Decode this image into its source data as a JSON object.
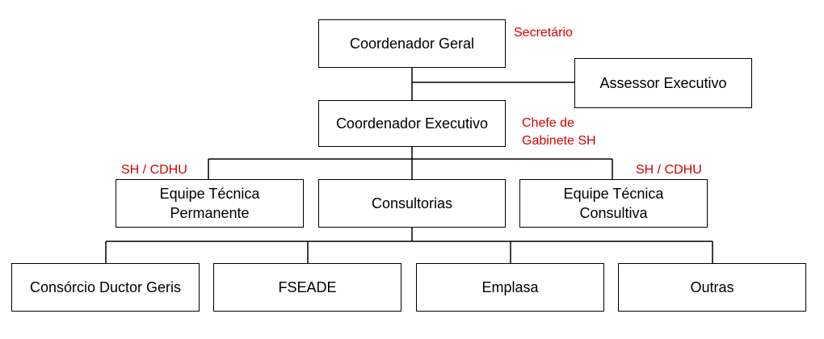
{
  "colors": {
    "line": "#000000",
    "note_text": "#d40000",
    "box_border": "#000000"
  },
  "nodes": {
    "coordenador_geral": "Coordenador Geral",
    "assessor_executivo": "Assessor Executivo",
    "coordenador_executivo": "Coordenador Executivo",
    "equipe_tecnica_permanente": {
      "line1": "Equipe Técnica",
      "line2": "Permanente"
    },
    "consultorias": "Consultorias",
    "equipe_tecnica_consultiva": {
      "line1": "Equipe Técnica",
      "line2": "Consultiva"
    },
    "consorcio": "Consórcio Ductor Geris",
    "fseade": "FSEADE",
    "emplasa": "Emplasa",
    "outras": "Outras"
  },
  "notes": {
    "secretario": "Secretário",
    "chefe_gabinete": {
      "line1": "Chefe de",
      "line2": "Gabinete SH"
    },
    "sh_cdhu_left": "SH / CDHU",
    "sh_cdhu_right": "SH / CDHU"
  }
}
